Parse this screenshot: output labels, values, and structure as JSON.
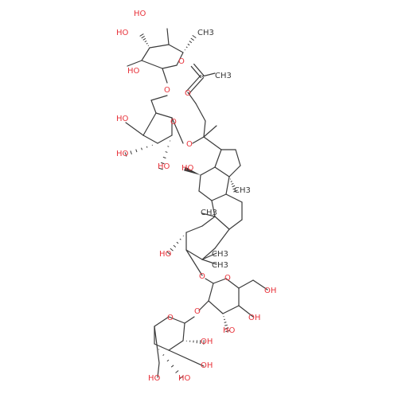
{
  "colors": {
    "bond": "#3a3a3a",
    "oxygen": "#e8333b",
    "carbon": "#3a3a3a"
  },
  "atoms": [
    {
      "id": "sug1-oh-a",
      "text": "HO",
      "element": "O"
    },
    {
      "id": "sug1-oh-b",
      "text": "HO",
      "element": "O"
    },
    {
      "id": "sug1-oh-c",
      "text": "HO",
      "element": "O"
    },
    {
      "id": "sug1-ring-o",
      "text": "O",
      "element": "O"
    },
    {
      "id": "sug1-methyl",
      "text": "CH3",
      "element": "C"
    },
    {
      "id": "link-o-1",
      "text": "O",
      "element": "O"
    },
    {
      "id": "sug2-ring-o",
      "text": "O",
      "element": "O"
    },
    {
      "id": "sug2-oh-a",
      "text": "HO",
      "element": "O"
    },
    {
      "id": "sug2-oh-b",
      "text": "HO",
      "element": "O"
    },
    {
      "id": "sug2-oh-c",
      "text": "HO",
      "element": "O"
    },
    {
      "id": "glycosidic-o-side",
      "text": "O",
      "element": "O"
    },
    {
      "id": "ketone-o",
      "text": "O",
      "element": "O"
    },
    {
      "id": "methyl-side",
      "text": "CH3",
      "element": "C"
    },
    {
      "id": "c12-oh",
      "text": "HO",
      "element": "O"
    },
    {
      "id": "methyl-c14",
      "text": "CH3",
      "element": "C"
    },
    {
      "id": "methyl-c10",
      "text": "CH3",
      "element": "C"
    },
    {
      "id": "c2-oh",
      "text": "HO",
      "element": "O"
    },
    {
      "id": "methyl-c4a",
      "text": "CH3",
      "element": "C"
    },
    {
      "id": "methyl-c4b",
      "text": "CH3",
      "element": "C"
    },
    {
      "id": "glycosidic-o-c3",
      "text": "O",
      "element": "O"
    },
    {
      "id": "sug3-ring-o",
      "text": "O",
      "element": "O"
    },
    {
      "id": "sug3-ch2oh",
      "text": "OH",
      "element": "O"
    },
    {
      "id": "sug3-oh-a",
      "text": "OH",
      "element": "O"
    },
    {
      "id": "sug3-oh-b",
      "text": "HO",
      "element": "O"
    },
    {
      "id": "link-o-2",
      "text": "O",
      "element": "O"
    },
    {
      "id": "sug4-ring-o",
      "text": "O",
      "element": "O"
    },
    {
      "id": "sug4-ch2oh",
      "text": "HO",
      "element": "O"
    },
    {
      "id": "sug4-oh-a",
      "text": "OH",
      "element": "O"
    },
    {
      "id": "sug4-oh-b",
      "text": "OH",
      "element": "O"
    },
    {
      "id": "sug4-oh-c",
      "text": "HO",
      "element": "O"
    }
  ]
}
